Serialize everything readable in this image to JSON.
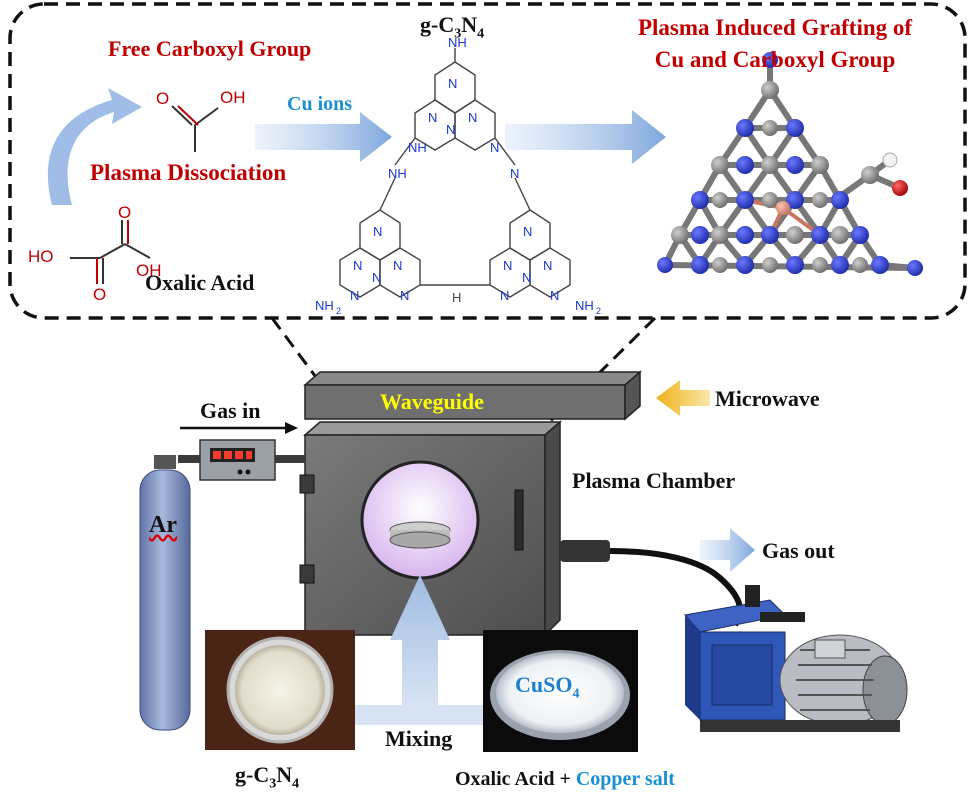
{
  "top_panel": {
    "free_carboxyl_label": "Free Carboxyl Group",
    "plasma_dissociation_label": "Plasma Dissociation",
    "oxalic_acid_label": "Oxalic Acid",
    "cu_ions_label": "Cu ions",
    "gcn_label_main": "g-C",
    "gcn_label_sub1": "3",
    "gcn_label_n": "N",
    "gcn_label_sub2": "4",
    "grafting_label_line1": "Plasma Induced Grafting of",
    "grafting_label_line2": "Cu and Carboxyl Group",
    "molecule_atoms": {
      "O": "O",
      "OH": "OH",
      "HO": "HO",
      "NH": "NH",
      "N": "N",
      "NH2": "NH",
      "two": "2",
      "H": "H"
    }
  },
  "apparatus": {
    "waveguide_label": "Waveguide",
    "microwave_label": "Microwave",
    "gas_in_label": "Gas in",
    "plasma_chamber_label": "Plasma Chamber",
    "gas_out_label": "Gas out",
    "ar_label": "Ar",
    "mixing_label": "Mixing",
    "cuso4_main": "CuSO",
    "cuso4_sub": "4",
    "gcn_bottom_main": "g-C",
    "gcn_bottom_sub1": "3",
    "gcn_bottom_n": "N",
    "gcn_bottom_sub2": "4",
    "oxalic_bottom": "Oxalic Acid + ",
    "copper_salt": "Copper salt"
  },
  "colors": {
    "red_label": "#c00000",
    "blue_label": "#1a8fd1",
    "waveguide_text": "#ffff00",
    "nitrogen": "#2b3bd6",
    "carbon": "#8c8c8c",
    "copper": "#e39a86",
    "oxygen": "#d01010",
    "chamber": "#6e6e6e",
    "cylinder": "#7f93bf",
    "pump": "#2a4a9a"
  }
}
